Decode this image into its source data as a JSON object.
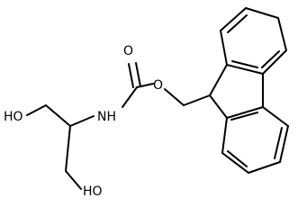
{
  "molecule": {
    "atoms": {
      "hydroxyl_top": "HO",
      "hydroxyl_bottom": "HO",
      "amide_nitrogen": "NH",
      "carbonyl_oxygen": "O",
      "ester_oxygen": "O"
    },
    "colors": {
      "bond": "#000000",
      "label": "#000000",
      "background": "#ffffff"
    }
  }
}
